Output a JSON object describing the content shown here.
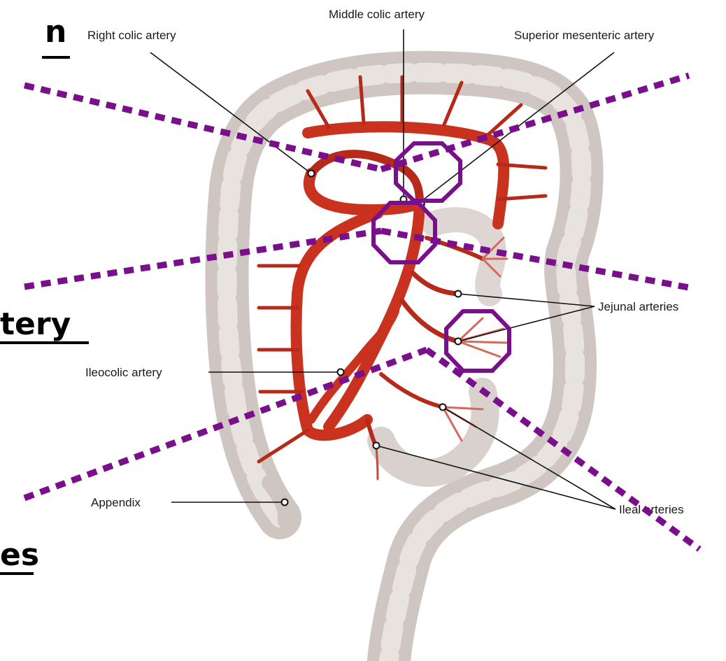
{
  "labels": {
    "middle_colic": "Middle colic artery",
    "right_colic": "Right colic artery",
    "superior_mesenteric": "Superior mesenteric artery",
    "jejunal": "Jejunal arteries",
    "ileocolic": "Ileocolic artery",
    "appendix": "Appendix",
    "ileal": "Ileal arteries"
  },
  "cropped_text": {
    "top_left": "n",
    "middle_left": "tery",
    "bottom_left": "es"
  },
  "colors": {
    "annotation": "#7a0f8c",
    "artery": "#c9321f",
    "artery_dark": "#9e2414",
    "colon": "#cfc6c2",
    "colon_light": "#e9e3e0"
  }
}
